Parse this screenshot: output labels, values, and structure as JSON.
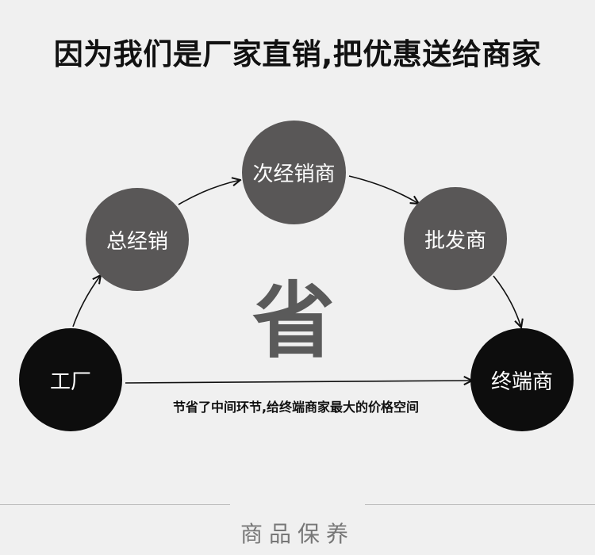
{
  "title": "因为我们是厂家直销,把优惠送给商家",
  "nodes": {
    "factory": "工厂",
    "general_distributor": "总经销",
    "sub_distributor": "次经销商",
    "wholesaler": "批发商",
    "end_dealer": "终端商"
  },
  "center_char": "省",
  "caption": "节省了中间环节,给终端商家最大的价格空间",
  "footer": {
    "section_title": "商品保养"
  },
  "colors": {
    "background": "#f0f0f0",
    "gray_node": "#595757",
    "black_node": "#0d0d0d",
    "text_dark": "#111111",
    "arrow": "#111111"
  }
}
